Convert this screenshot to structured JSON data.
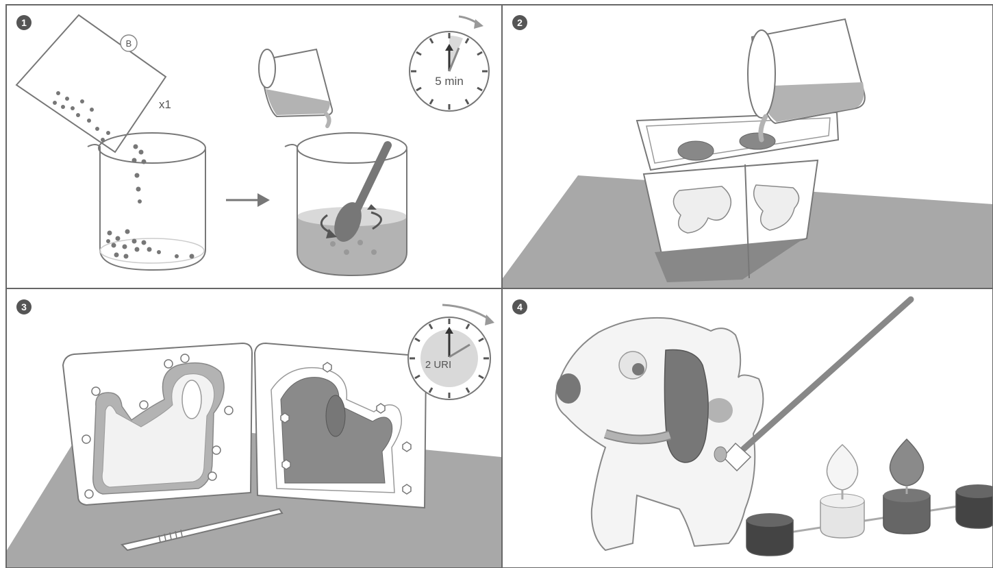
{
  "steps": [
    {
      "number": "1",
      "sachet_letter": "B",
      "quantity": "x1",
      "timer_label": "5 min"
    },
    {
      "number": "2"
    },
    {
      "number": "3",
      "timer_label": "2 URI"
    },
    {
      "number": "4"
    }
  ],
  "colors": {
    "border": "#666666",
    "line": "#777777",
    "light_gray": "#d9d9d9",
    "mid_gray": "#b3b3b3",
    "dark_gray": "#8a8a8a",
    "darker_gray": "#5f5f5f",
    "table_gray": "#a8a8a8"
  }
}
